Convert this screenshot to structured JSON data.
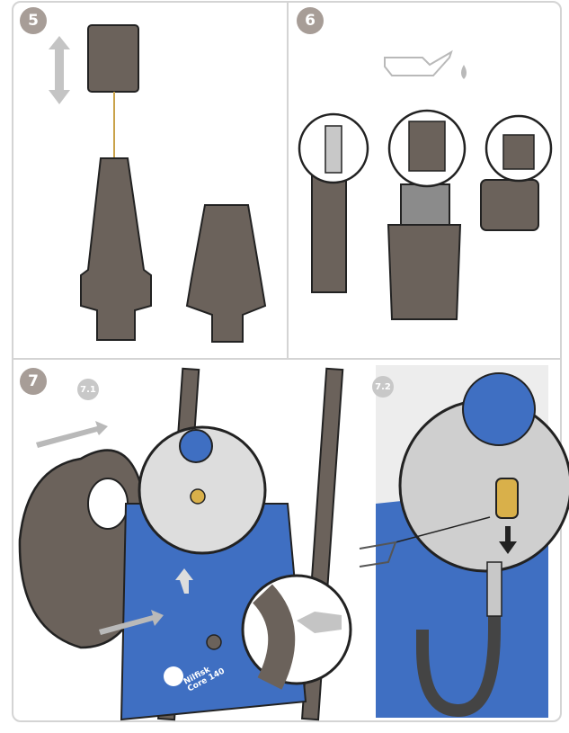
{
  "steps": [
    {
      "number": "5"
    },
    {
      "number": "6"
    },
    {
      "number": "7",
      "substeps": [
        "7.1",
        "7.2"
      ]
    }
  ],
  "product": {
    "brand": "Nilfisk",
    "model": "Core 140"
  },
  "colors": {
    "body_gray": "#6b625b",
    "accent_blue": "#3f6fc2",
    "badge": "#a79d97",
    "arrow_gray": "#b9b9b9",
    "brass": "#d9b04a"
  }
}
